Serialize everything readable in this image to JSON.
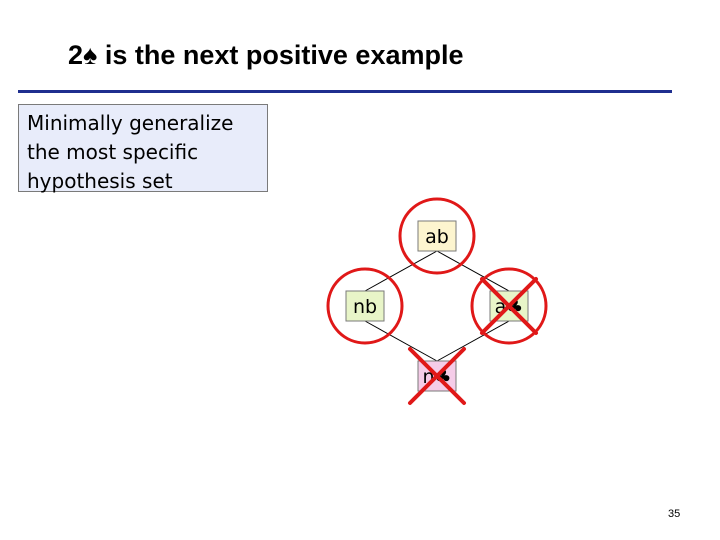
{
  "slide": {
    "title": "2♠ is the next positive example",
    "note_lines": [
      "Minimally generalize",
      "the most specific",
      "hypothesis set"
    ],
    "page_number": "35"
  },
  "diagram": {
    "nodes": [
      {
        "id": "ab",
        "label": "ab",
        "fill": "#fdf5cf",
        "crossed": false
      },
      {
        "id": "nb",
        "label": "nb",
        "fill": "#e8f5c8",
        "crossed": false
      },
      {
        "id": "a_club",
        "label": "a♣",
        "fill": "#e8f5c8",
        "crossed": true
      },
      {
        "id": "n_club",
        "label": "n♣",
        "fill": "#f5cce8",
        "crossed": true
      }
    ],
    "edges": [
      [
        "ab",
        "nb"
      ],
      [
        "ab",
        "a_club"
      ],
      [
        "nb",
        "n_club"
      ],
      [
        "a_club",
        "n_club"
      ]
    ],
    "circled": [
      "ab",
      "nb",
      "a_club"
    ],
    "colors": {
      "circle": "#e01818",
      "cross": "#e01818",
      "edge": "#000000",
      "node_text": "#000000"
    }
  }
}
